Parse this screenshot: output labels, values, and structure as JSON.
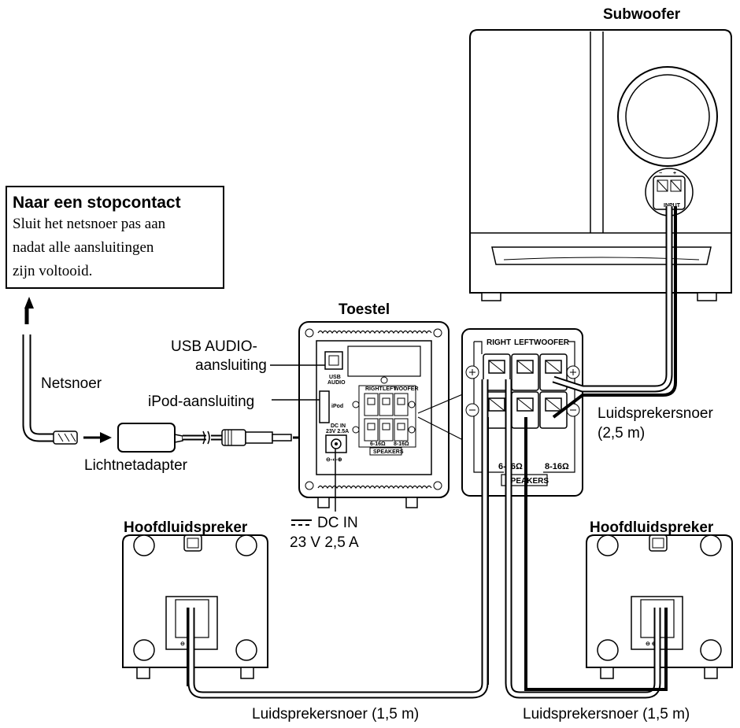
{
  "notice": {
    "title": "Naar een stopcontact",
    "lines": [
      "Sluit het netsnoer pas aan",
      "nadat alle aansluitingen",
      "zijn voltooid."
    ]
  },
  "labels": {
    "subwoofer": "Subwoofer",
    "toestel": "Toestel",
    "usb_line1": "USB AUDIO-",
    "usb_line2": "aansluiting",
    "ipod": "iPod-aansluiting",
    "netsnoer": "Netsnoer",
    "adapter": "Lichtnetadapter",
    "dc_in": "DC IN",
    "dc_rating": "23 V 2,5 A",
    "main_speaker_left": "Hoofdluidspreker",
    "main_speaker_right": "Hoofdluidspreker",
    "cable_sub_line1": "Luidsprekersnoer",
    "cable_sub_line2": "(2,5 m)",
    "cable_left": "Luidsprekersnoer (1,5 m)",
    "cable_right": "Luidsprekersnoer (1,5 m)"
  },
  "terminal_panel": {
    "right": "RIGHT",
    "left": "LEFT",
    "woofer": "WOOFER",
    "imp_main": "6-16Ω",
    "imp_woofer": "8-16Ω",
    "speakers": "SPEAKERS"
  },
  "device_small": {
    "usb": "USB",
    "audio": "AUDIO",
    "ipod": "iPod",
    "dc_in": "DC IN",
    "rating": "23V 2.5A",
    "right": "RIGHT",
    "left": "LEFT",
    "woofer": "WOOFER",
    "imp_main": "6-16Ω",
    "imp_woofer": "8-16Ω",
    "speakers": "SPEAKERS"
  },
  "subwoofer_input": "INPUT",
  "polarity": {
    "minus": "−",
    "plus": "+"
  }
}
